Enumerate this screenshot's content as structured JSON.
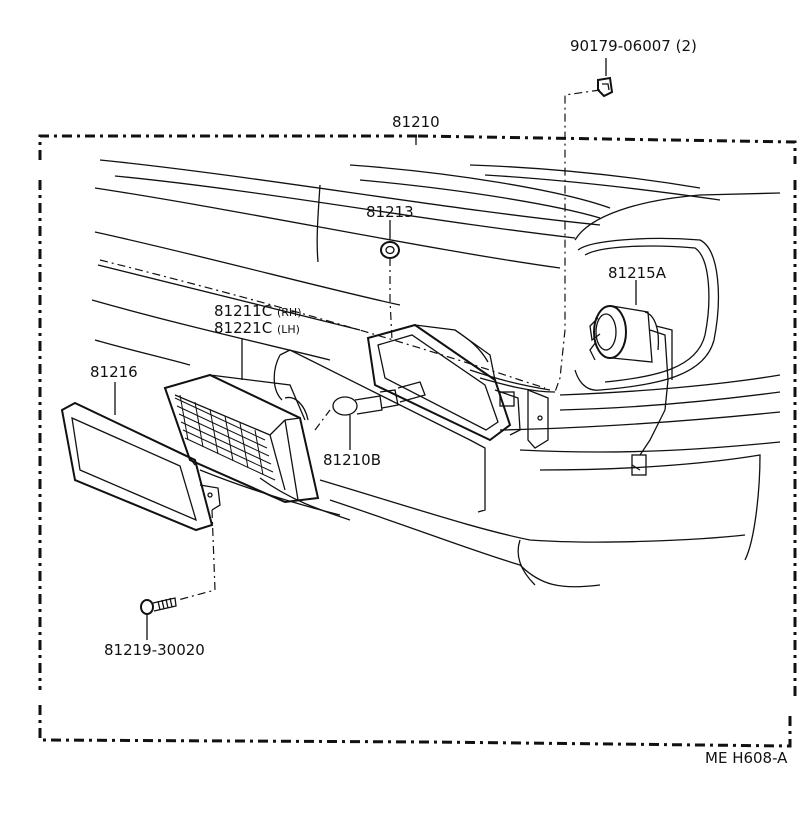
{
  "labels": {
    "p90179": "90179-06007",
    "p90179_qty": "(2)",
    "p81210": "81210",
    "p81213": "81213",
    "p81215A": "81215A",
    "p81211C": "81211C",
    "p81211C_side": "(RH)",
    "p81221C": "81221C",
    "p81221C_side": "(LH)",
    "p81216": "81216",
    "p81210B": "81210B",
    "p81219": "81219-30020",
    "code": "ME  H608-A"
  }
}
